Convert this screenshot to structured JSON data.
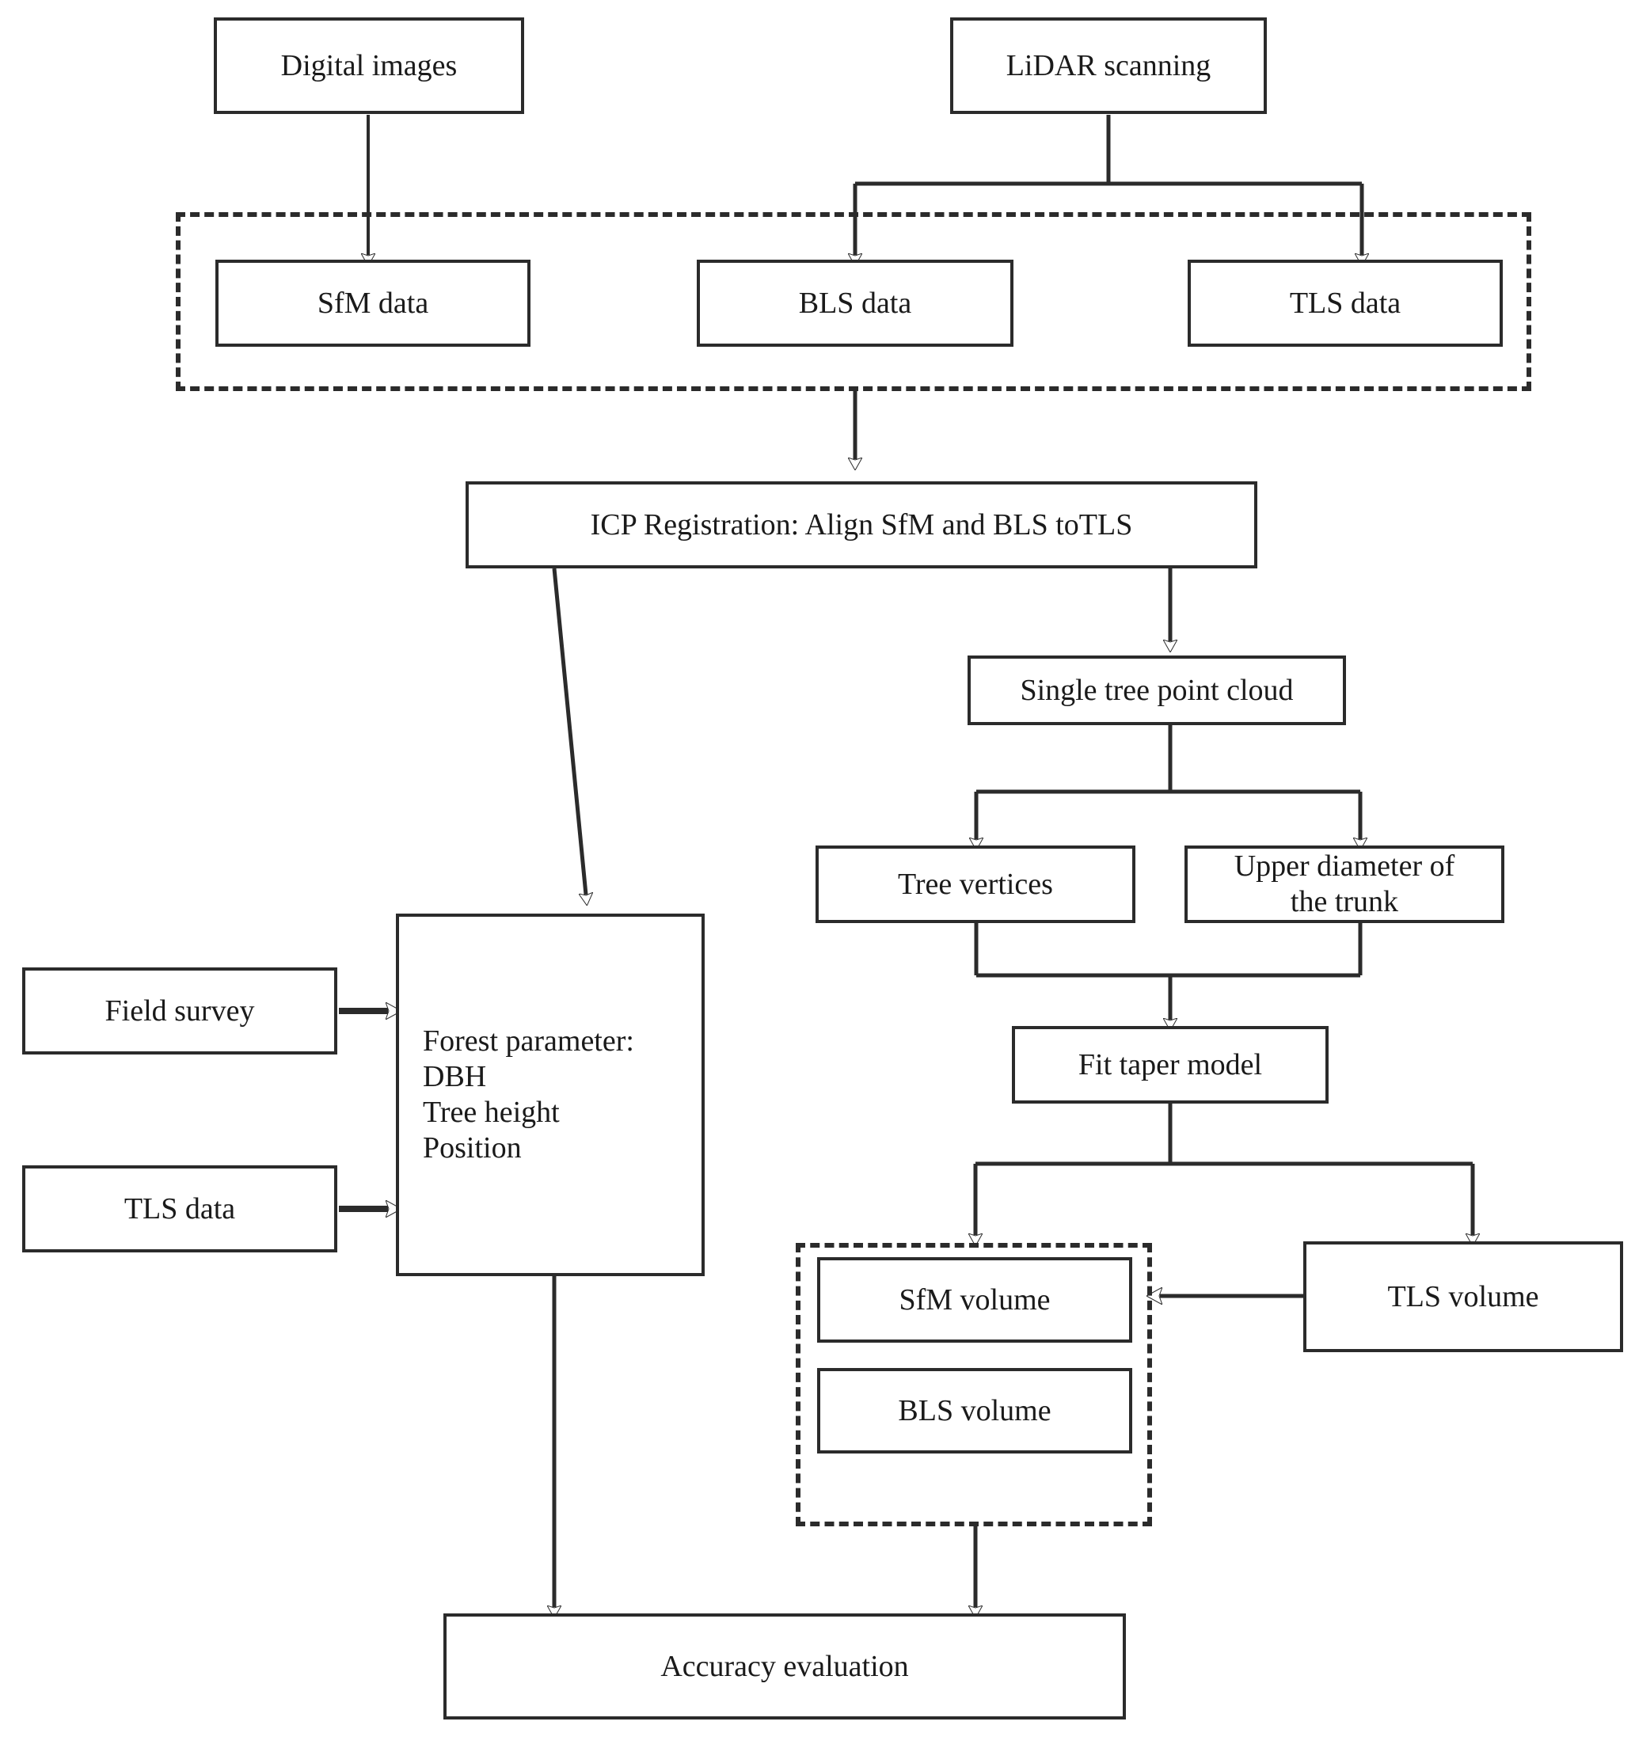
{
  "diagram": {
    "title": "Forest point cloud processing workflow",
    "type": "flowchart",
    "colors": {
      "stroke": "#2b2b2b",
      "text": "#1a1a1a",
      "background": "#ffffff"
    },
    "nodes": {
      "digital_images": "Digital images",
      "lidar_scanning": "LiDAR scanning",
      "sfm_data": "SfM data",
      "bls_data": "BLS data",
      "tls_data": "TLS data",
      "icp_registration": "ICP Registration: Align SfM and BLS toTLS",
      "single_tree_point_cloud": "Single tree point cloud",
      "tree_vertices": "Tree vertices",
      "upper_diameter": "Upper diameter of\nthe trunk",
      "fit_taper_model": "Fit taper model",
      "forest_parameter": "Forest parameter:\nDBH\nTree height\nPosition",
      "field_survey": "Field survey",
      "tls_data_2": "TLS data",
      "sfm_volume": "SfM volume",
      "bls_volume": "BLS volume",
      "tls_volume": "TLS volume",
      "accuracy_evaluation": "Accuracy evaluation"
    }
  }
}
